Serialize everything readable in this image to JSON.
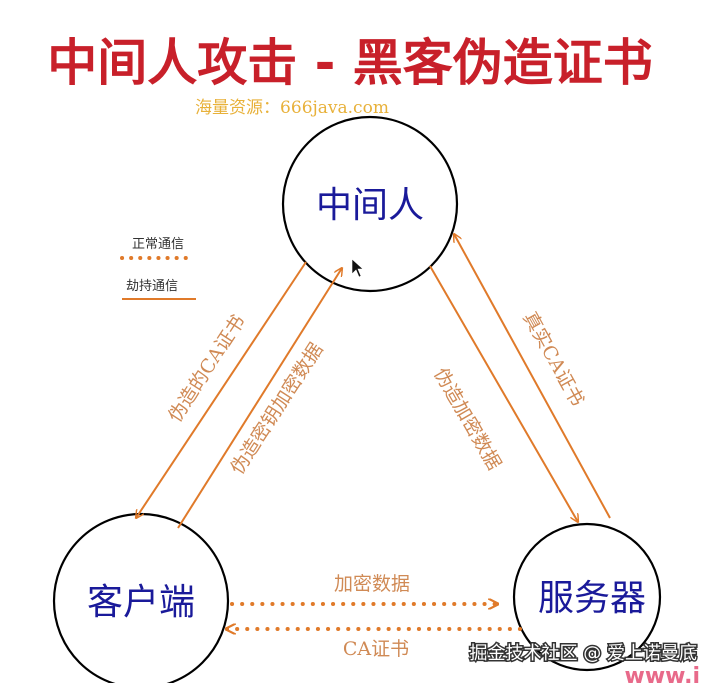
{
  "title": "中间人攻击 - 黑客伪造证书",
  "watermark": "海量资源：666java.com",
  "nodes": {
    "middleman": "中间人",
    "client": "客户端",
    "server": "服务器"
  },
  "legend": {
    "normal": "正常通信",
    "hijack": "劫持通信"
  },
  "edges": {
    "fake_ca": "伪造的CA证书",
    "fake_key_data": "伪造密钥加密数据",
    "fake_encrypted_data": "伪造加密数据",
    "real_ca": "真实CA证书",
    "encrypted_data": "加密数据",
    "ca_cert": "CA证书"
  },
  "footer": {
    "credit": "掘金技术社区 @ 爱上诺曼底",
    "corner": "www.i"
  },
  "colors": {
    "title": "#c8202a",
    "watermark": "#e8b13a",
    "node_text": "#1a1a9a",
    "arrow": "#e07a2a",
    "edge_text": "#d08a55",
    "legend_text": "#333333"
  }
}
